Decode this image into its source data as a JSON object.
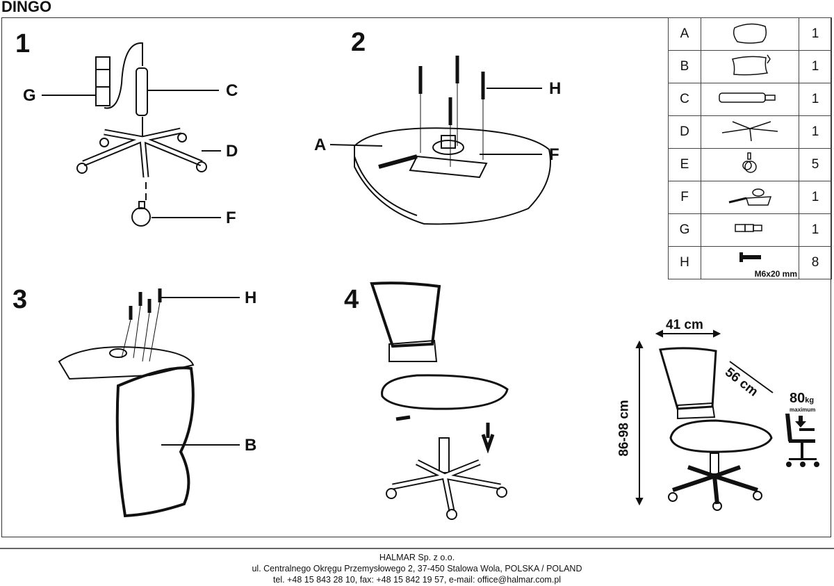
{
  "title": "DINGO",
  "steps": [
    {
      "number": "1",
      "labels": [
        "G",
        "C",
        "D",
        "F"
      ]
    },
    {
      "number": "2",
      "labels": [
        "A",
        "H",
        "F"
      ]
    },
    {
      "number": "3",
      "labels": [
        "H",
        "B"
      ]
    },
    {
      "number": "4",
      "labels": []
    }
  ],
  "parts": [
    {
      "letter": "A",
      "qty": "1",
      "icon": "seat-icon"
    },
    {
      "letter": "B",
      "qty": "1",
      "icon": "backrest-icon"
    },
    {
      "letter": "C",
      "qty": "1",
      "icon": "gas-lift-icon"
    },
    {
      "letter": "D",
      "qty": "1",
      "icon": "star-base-icon"
    },
    {
      "letter": "E",
      "qty": "5",
      "icon": "caster-icon"
    },
    {
      "letter": "F",
      "qty": "1",
      "icon": "mechanism-icon"
    },
    {
      "letter": "G",
      "qty": "1",
      "icon": "cover-icon"
    },
    {
      "letter": "H",
      "qty": "8",
      "icon": "bolt-icon",
      "spec": "M6x20 mm"
    }
  ],
  "dimensions": {
    "width": "41 cm",
    "depth": "56 cm",
    "height": "86-98 cm"
  },
  "max_load": {
    "value": "80",
    "unit": "kg",
    "label": "maximum"
  },
  "footer": {
    "company": "HALMAR Sp. z o.o.",
    "address": "ul. Centralnego Okręgu Przemysłowego 2, 37-450 Stalowa Wola, POLSKA / POLAND",
    "contact": "tel. +48 15 843 28 10, fax: +48 15 842 19 57, e-mail: office@halmar.com.pl"
  }
}
